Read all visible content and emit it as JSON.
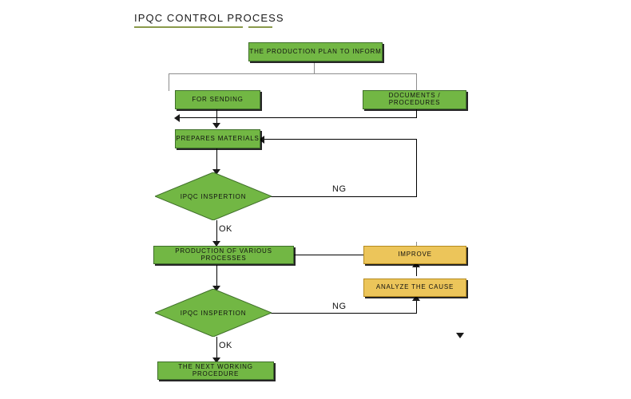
{
  "diagram": {
    "title": "IPQC CONTROL PROCESS",
    "colors": {
      "process_green": "#72b744",
      "action_gold": "#ecc55a",
      "title_rule": "#8a9a4a",
      "connector": "#000000",
      "connector_light": "#8d8d8d",
      "text": "#111111",
      "background": "#ffffff"
    },
    "nodes": [
      {
        "id": "production-plan",
        "label": "THE PRODUCTION PLAN TO INFORM",
        "shape": "box",
        "fill": "green"
      },
      {
        "id": "for-sending",
        "label": "FOR SENDING",
        "shape": "box",
        "fill": "green"
      },
      {
        "id": "documents",
        "label": "DOCUMENTS / PROCEDURES",
        "shape": "box",
        "fill": "green"
      },
      {
        "id": "prepares-materials",
        "label": "PREPARES MATERIALS",
        "shape": "box",
        "fill": "green"
      },
      {
        "id": "inspection-1",
        "label": "IPQC INSPERTION",
        "shape": "diamond",
        "fill": "green"
      },
      {
        "id": "production-various",
        "label": "PRODUCTION OF VARIOUS PROCESSES",
        "shape": "box",
        "fill": "green"
      },
      {
        "id": "improve",
        "label": "IMPROVE",
        "shape": "box",
        "fill": "gold"
      },
      {
        "id": "analyze-cause",
        "label": "ANALYZE THE CAUSE",
        "shape": "box",
        "fill": "gold"
      },
      {
        "id": "inspection-2",
        "label": "IPQC INSPERTION",
        "shape": "diamond",
        "fill": "green"
      },
      {
        "id": "next-procedure",
        "label": "THE NEXT WORKING PROCEDURE",
        "shape": "box",
        "fill": "green"
      }
    ],
    "edge_labels": {
      "ng_top": "NG",
      "ok_top": "OK",
      "ng_bottom": "NG",
      "ok_bottom": "OK"
    },
    "edges": [
      {
        "from": "production-plan",
        "to": "for-sending",
        "label": ""
      },
      {
        "from": "production-plan",
        "to": "documents",
        "label": ""
      },
      {
        "from": "for-sending",
        "to": "prepares-materials",
        "label": ""
      },
      {
        "from": "documents",
        "to": "prepares-materials",
        "label": ""
      },
      {
        "from": "prepares-materials",
        "to": "inspection-1",
        "label": ""
      },
      {
        "from": "inspection-1",
        "to": "prepares-materials",
        "label": "NG"
      },
      {
        "from": "inspection-1",
        "to": "production-various",
        "label": "OK"
      },
      {
        "from": "production-various",
        "to": "inspection-2",
        "label": ""
      },
      {
        "from": "inspection-2",
        "to": "analyze-cause",
        "label": "NG"
      },
      {
        "from": "analyze-cause",
        "to": "improve",
        "label": ""
      },
      {
        "from": "improve",
        "to": "production-various",
        "label": ""
      },
      {
        "from": "inspection-2",
        "to": "next-procedure",
        "label": "OK"
      }
    ]
  }
}
